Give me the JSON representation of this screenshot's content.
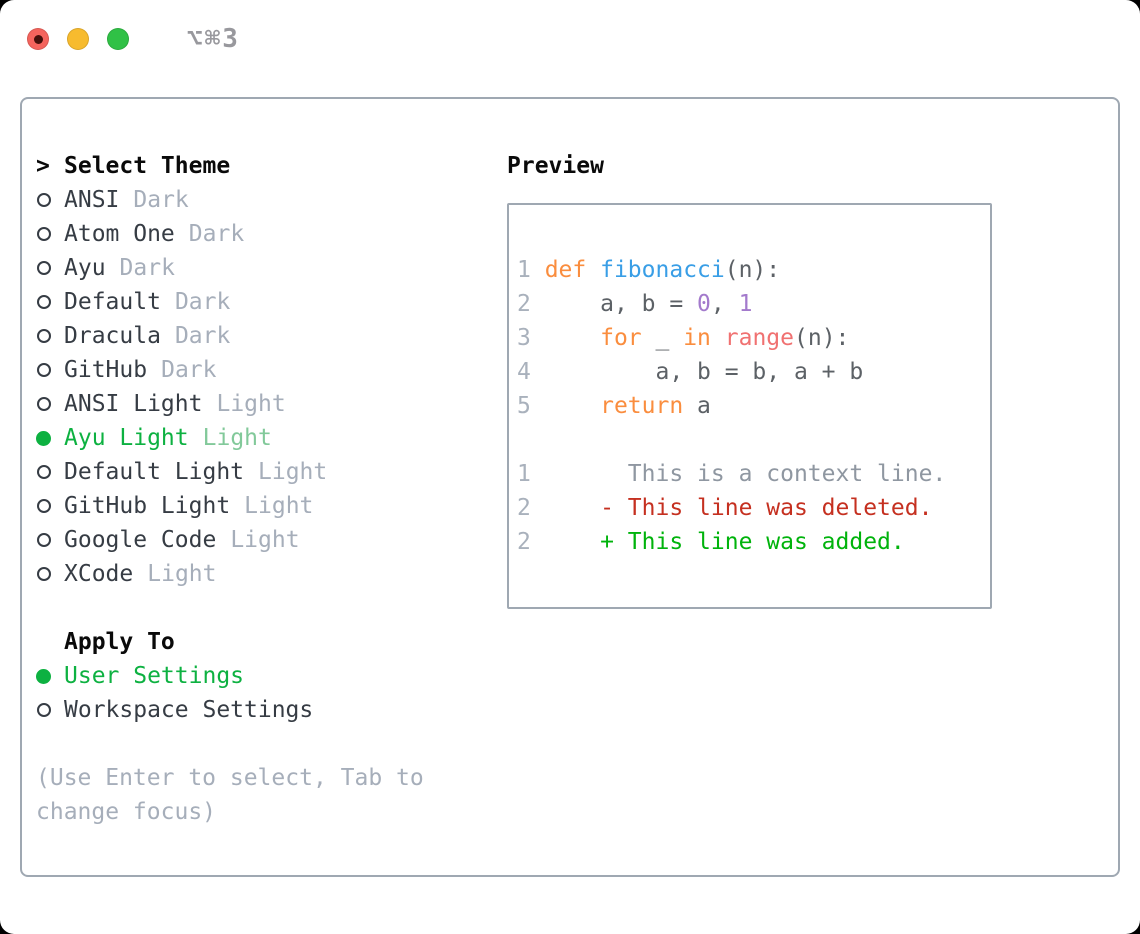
{
  "window": {
    "title": "⌥⌘3"
  },
  "theme_list": {
    "cursor": ">",
    "header": "Select Theme",
    "items": [
      {
        "name": "ANSI",
        "variant": "Dark",
        "selected": false
      },
      {
        "name": "Atom One",
        "variant": "Dark",
        "selected": false
      },
      {
        "name": "Ayu",
        "variant": "Dark",
        "selected": false
      },
      {
        "name": "Default",
        "variant": "Dark",
        "selected": false
      },
      {
        "name": "Dracula",
        "variant": "Dark",
        "selected": false
      },
      {
        "name": "GitHub",
        "variant": "Dark",
        "selected": false
      },
      {
        "name": "ANSI Light",
        "variant": "Light",
        "selected": false
      },
      {
        "name": "Ayu Light",
        "variant": "Light",
        "selected": true
      },
      {
        "name": "Default Light",
        "variant": "Light",
        "selected": false
      },
      {
        "name": "GitHub Light",
        "variant": "Light",
        "selected": false
      },
      {
        "name": "Google Code",
        "variant": "Light",
        "selected": false
      },
      {
        "name": "XCode",
        "variant": "Light",
        "selected": false
      }
    ]
  },
  "apply_to": {
    "header": "Apply To",
    "options": [
      {
        "label": "User Settings",
        "selected": true
      },
      {
        "label": "Workspace Settings",
        "selected": false
      }
    ]
  },
  "hint": {
    "text": "(Use Enter to select, Tab to change focus)"
  },
  "preview": {
    "header": "Preview",
    "lines": [
      {
        "num": "1",
        "tokens": [
          [
            "def",
            "keyword"
          ],
          [
            " ",
            "plain"
          ],
          [
            "fibonacci",
            "function"
          ],
          [
            "(n):",
            "plain"
          ]
        ]
      },
      {
        "num": "2",
        "tokens": [
          [
            "    a, b = ",
            "plain"
          ],
          [
            "0",
            "number"
          ],
          [
            ", ",
            "plain"
          ],
          [
            "1",
            "number"
          ]
        ]
      },
      {
        "num": "3",
        "tokens": [
          [
            "    ",
            "plain"
          ],
          [
            "for",
            "keyword"
          ],
          [
            " _ ",
            "plain"
          ],
          [
            "in",
            "keyword"
          ],
          [
            " ",
            "plain"
          ],
          [
            "range",
            "builtin"
          ],
          [
            "(n):",
            "plain"
          ]
        ]
      },
      {
        "num": "4",
        "tokens": [
          [
            "        a, b = b, a + b",
            "plain"
          ]
        ]
      },
      {
        "num": "5",
        "tokens": [
          [
            "    ",
            "plain"
          ],
          [
            "return",
            "keyword"
          ],
          [
            " a",
            "plain"
          ]
        ]
      },
      {
        "num": "",
        "tokens": []
      },
      {
        "num": "1",
        "tokens": [
          [
            "      This is a context line.",
            "context"
          ]
        ]
      },
      {
        "num": "2",
        "tokens": [
          [
            "    - This line was deleted.",
            "deleted"
          ]
        ]
      },
      {
        "num": "2",
        "tokens": [
          [
            "    + This line was added.",
            "added"
          ]
        ]
      }
    ]
  },
  "colors": {
    "outside_bg": "#000000",
    "window_bg": "#ffffff",
    "border": "#9fa8b2",
    "heading": "#0a0a0a",
    "text": "#363c44",
    "muted": "#a6aeba",
    "accent_green": "#0db141",
    "accent_green_dim": "#82c99a",
    "titlebar_title": "#98989d",
    "traffic_red": "#f4645d",
    "traffic_red_dot": "#45100b",
    "traffic_yellow": "#f7bb2e",
    "traffic_green": "#30c146",
    "syntax": {
      "line_number": "#a9b1bc",
      "keyword": "#fa8d3e",
      "function": "#399ee6",
      "number": "#a37acc",
      "builtin": "#f07171",
      "plain": "#5c6166",
      "context": "#8f97a1",
      "deleted": "#c53020",
      "added": "#00b30c"
    }
  }
}
